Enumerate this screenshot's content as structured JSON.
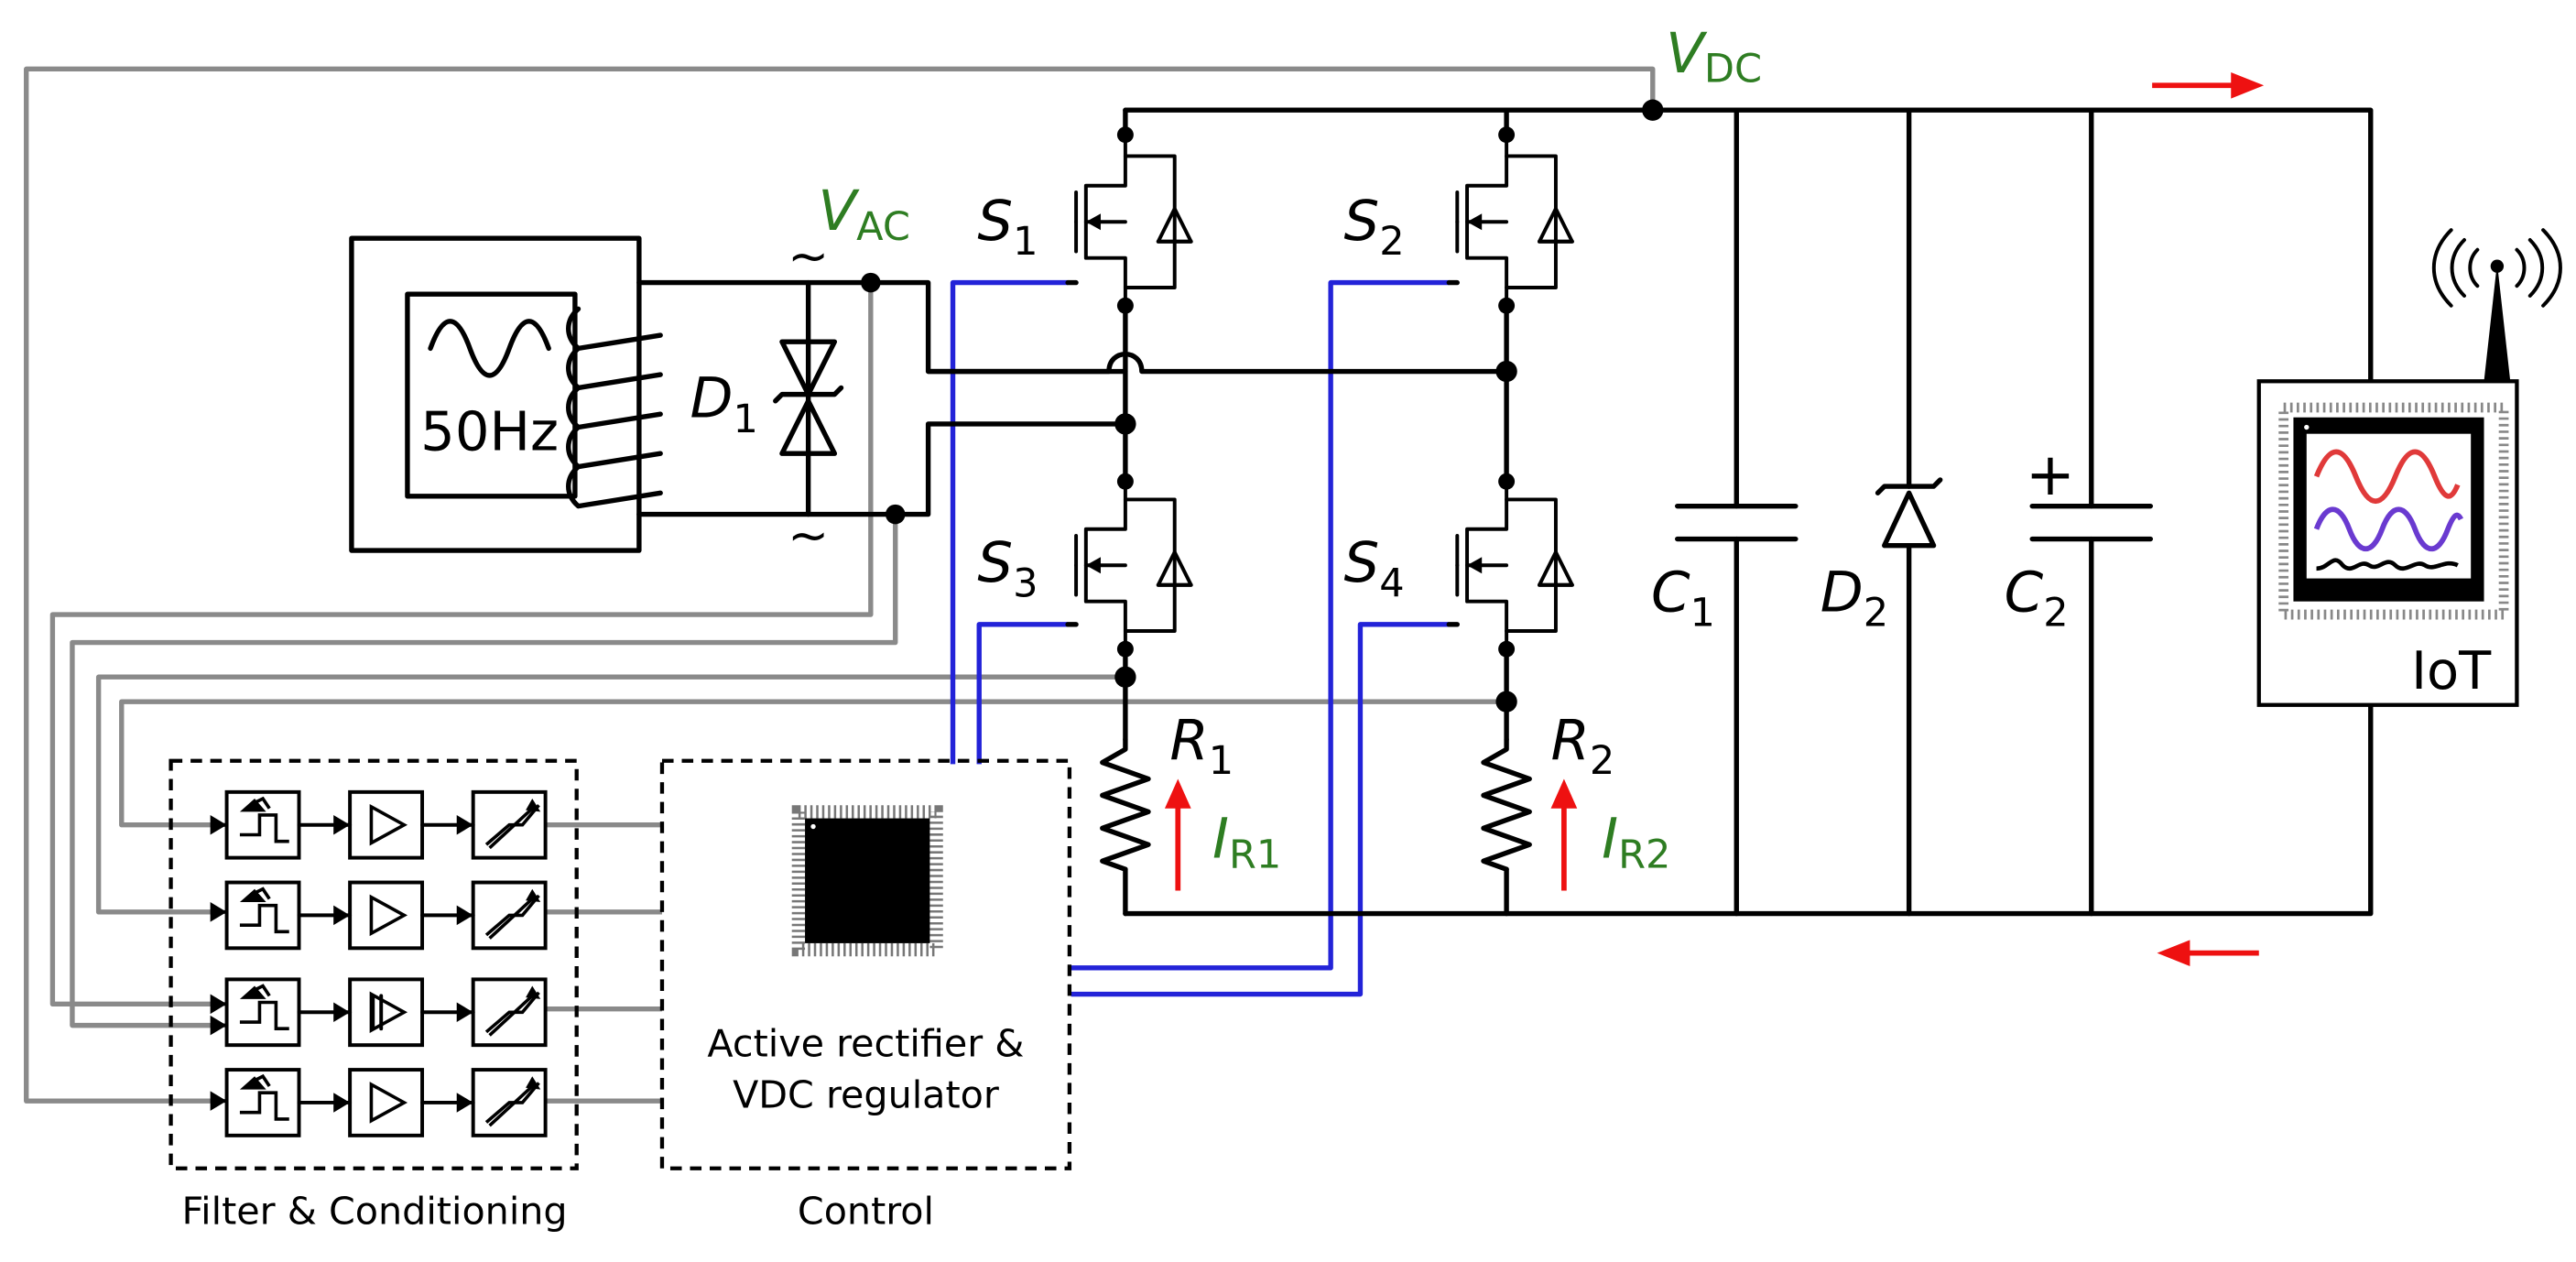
{
  "source": {
    "freq": "50Hz"
  },
  "diode_d1": {
    "label": "D",
    "sub": "1"
  },
  "diode_d2": {
    "label": "D",
    "sub": "2"
  },
  "node_vac": {
    "label": "V",
    "sub": "AC"
  },
  "node_vdc": {
    "label": "V",
    "sub": "DC"
  },
  "tilde": "~",
  "switches": [
    {
      "label": "S",
      "sub": "1"
    },
    {
      "label": "S",
      "sub": "2"
    },
    {
      "label": "S",
      "sub": "3"
    },
    {
      "label": "S",
      "sub": "4"
    }
  ],
  "resistors": [
    {
      "label": "R",
      "sub": "1",
      "current": "I",
      "current_sub": "R1"
    },
    {
      "label": "R",
      "sub": "2",
      "current": "I",
      "current_sub": "R2"
    }
  ],
  "capacitors": [
    {
      "label": "C",
      "sub": "1"
    },
    {
      "label": "C",
      "sub": "2",
      "polarity": "+"
    }
  ],
  "iot": {
    "label": "IoT"
  },
  "filter_block": {
    "caption": "Filter & Conditioning"
  },
  "control_block": {
    "caption": "Control",
    "line1": "Active rectifier &",
    "line2": "VDC regulator"
  },
  "colors": {
    "signal": "#8a8a8a",
    "gate": "#2323d8",
    "node_label": "#2e7d22",
    "current_arrow": "#ee1111"
  }
}
